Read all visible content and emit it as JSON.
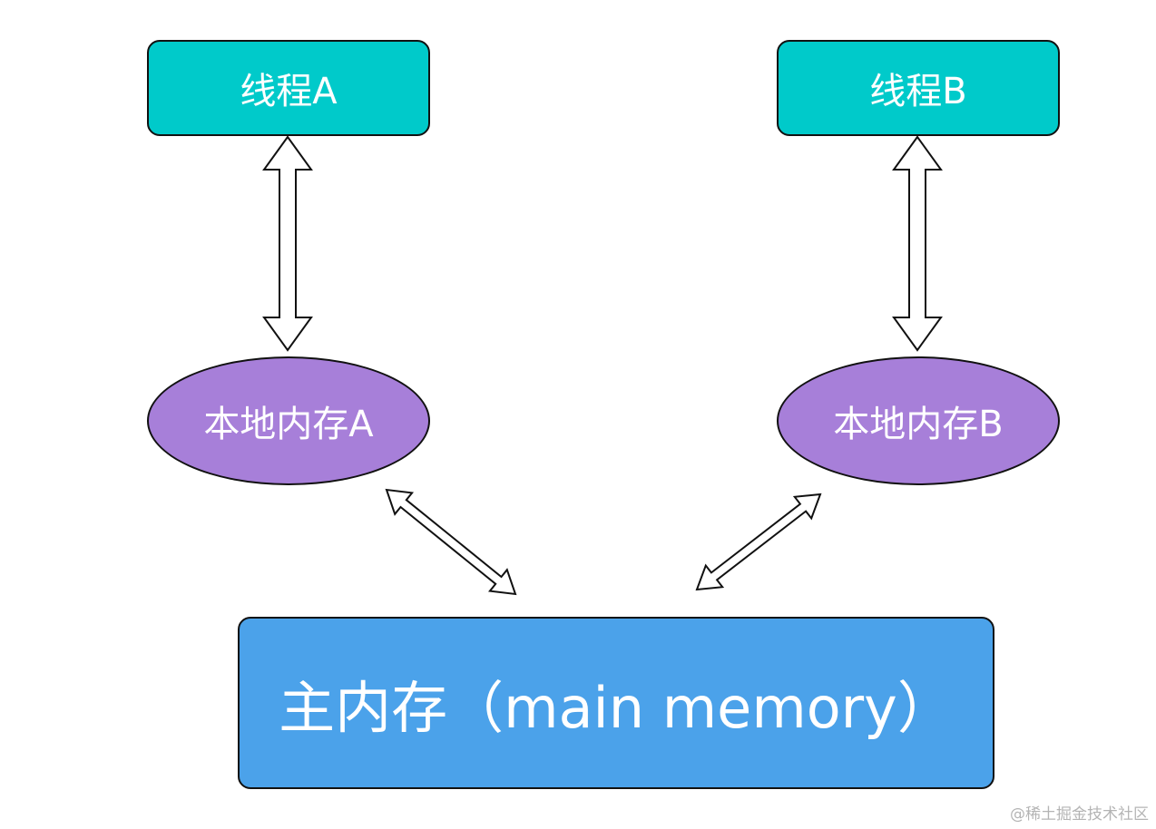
{
  "colors": {
    "thread_fill": "#00CACA",
    "local_fill": "#A77FD9",
    "main_fill": "#4BA2EA",
    "outline": "#111111",
    "text": "#FFFFFF",
    "watermark": "#B4B4B4"
  },
  "nodes": {
    "thread_a": "线程A",
    "thread_b": "线程B",
    "local_a": "本地内存A",
    "local_b": "本地内存B",
    "main": "主内存（main memory）"
  },
  "edges": [
    {
      "from": "thread_a",
      "to": "local_a",
      "style": "double-headed hollow arrow"
    },
    {
      "from": "thread_b",
      "to": "local_b",
      "style": "double-headed hollow arrow"
    },
    {
      "from": "local_a",
      "to": "main",
      "style": "double-headed hollow arrow"
    },
    {
      "from": "local_b",
      "to": "main",
      "style": "double-headed hollow arrow"
    }
  ],
  "watermark": "@稀土掘金技术社区"
}
